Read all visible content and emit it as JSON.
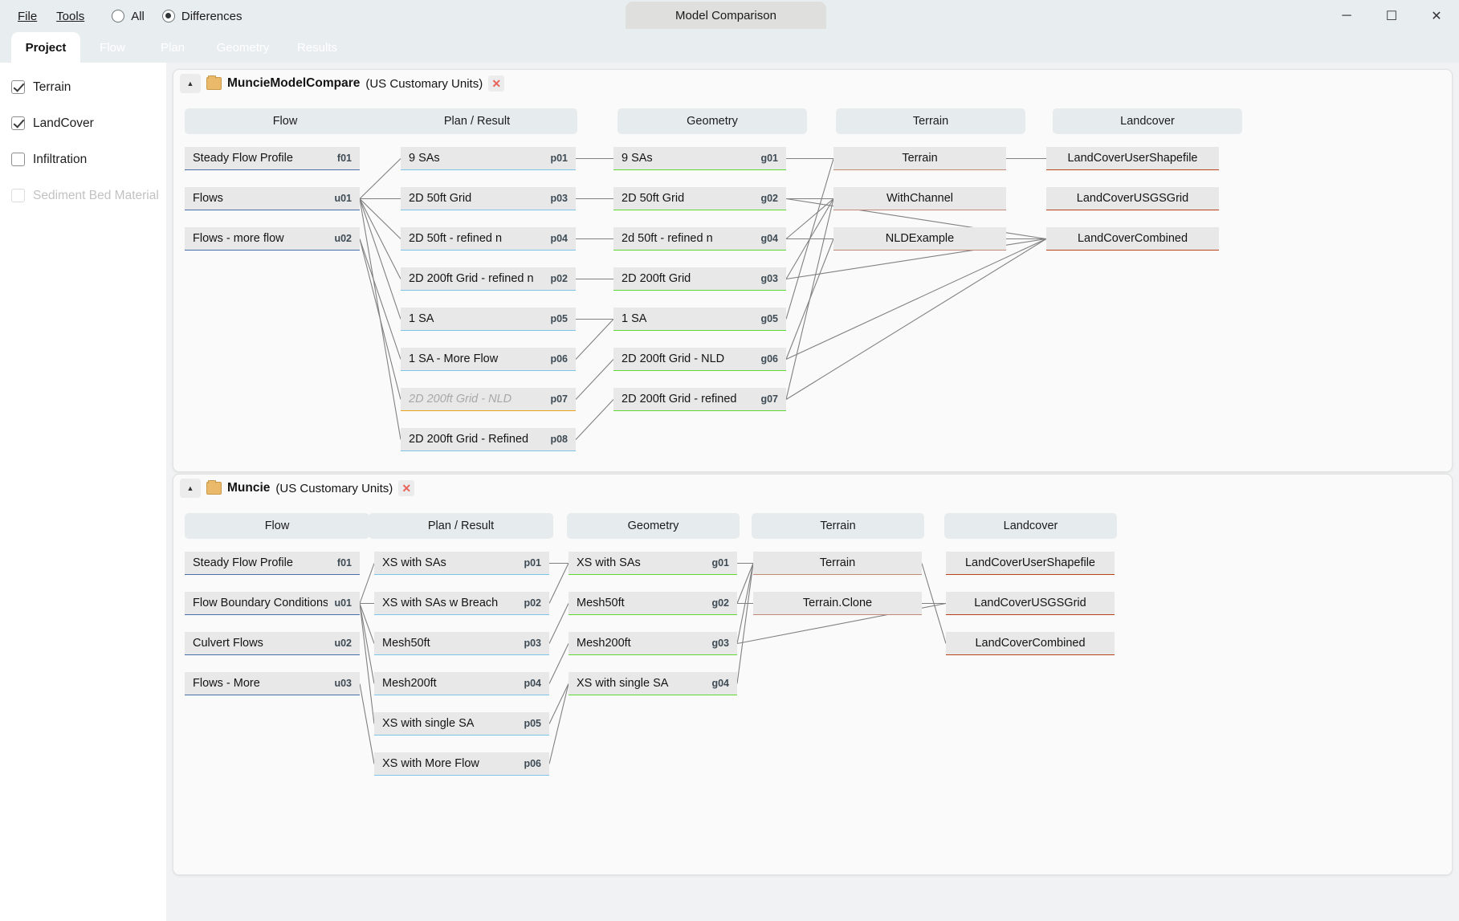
{
  "window": {
    "title": "Model Comparison",
    "controls": {
      "minimize": "─",
      "maximize": "☐",
      "close": "✕"
    }
  },
  "menu": {
    "items": [
      {
        "label": "File",
        "mnemonic": "F"
      },
      {
        "label": "Tools",
        "mnemonic": "T"
      }
    ],
    "view_mode": {
      "selected": "Differences",
      "options": [
        {
          "label": "All",
          "selected": false
        },
        {
          "label": "Differences",
          "selected": true
        }
      ]
    }
  },
  "tabs": [
    {
      "label": "Project",
      "active": true
    },
    {
      "label": "Flow",
      "active": false
    },
    {
      "label": "Plan",
      "active": false
    },
    {
      "label": "Geometry",
      "active": false
    },
    {
      "label": "Results",
      "active": false
    }
  ],
  "sidebar": {
    "items": [
      {
        "label": "Terrain",
        "checked": true,
        "enabled": true
      },
      {
        "label": "LandCover",
        "checked": true,
        "enabled": true
      },
      {
        "label": "Infiltration",
        "checked": false,
        "enabled": true
      },
      {
        "label": "Sediment Bed Material",
        "checked": false,
        "enabled": false
      }
    ]
  },
  "colors": {
    "flow_underline": "#4a6fa8",
    "plan_underline": "#7dc4e8",
    "geometry_underline": "#5dd636",
    "terrain_underline": "#c08a78",
    "landcover_underline": "#b8431a",
    "amber_underline": "#e8a317",
    "node_bg": "#e8e8e8",
    "column_header_bg": "#e6ecee",
    "link_stroke": "#808080",
    "close_x": "#e8635c",
    "folder_icon": "#eab96a"
  },
  "column_headers": [
    "Flow",
    "Plan / Result",
    "Geometry",
    "Terrain",
    "Landcover"
  ],
  "panels": [
    {
      "name": "MuncieModelCompare",
      "units": "(US Customary Units)",
      "collapse_icon": "chevron-up",
      "close_label": "✕",
      "columns": {
        "flow": [
          {
            "label": "Steady Flow Profile",
            "code": "f01",
            "style": "flow"
          },
          {
            "label": "Flows",
            "code": "u01",
            "style": "flow"
          },
          {
            "label": "Flows - more flow",
            "code": "u02",
            "style": "flow"
          }
        ],
        "plan": [
          {
            "label": "9 SAs",
            "code": "p01",
            "style": "plan"
          },
          {
            "label": "2D 50ft Grid",
            "code": "p03",
            "style": "plan"
          },
          {
            "label": "2D 50ft - refined n",
            "code": "p04",
            "style": "plan"
          },
          {
            "label": "2D 200ft Grid - refined n",
            "code": "p02",
            "style": "plan"
          },
          {
            "label": "1 SA",
            "code": "p05",
            "style": "plan"
          },
          {
            "label": "1 SA - More Flow",
            "code": "p06",
            "style": "plan"
          },
          {
            "label": "2D 200ft Grid - NLD",
            "code": "p07",
            "style": "amber",
            "muted": true
          },
          {
            "label": "2D 200ft Grid - Refined",
            "code": "p08",
            "style": "plan"
          }
        ],
        "geometry": [
          {
            "label": "9 SAs",
            "code": "g01",
            "style": "geom"
          },
          {
            "label": "2D 50ft Grid",
            "code": "g02",
            "style": "geom"
          },
          {
            "label": "2d 50ft - refined n",
            "code": "g04",
            "style": "geom"
          },
          {
            "label": "2D 200ft Grid",
            "code": "g03",
            "style": "geom"
          },
          {
            "label": "1 SA",
            "code": "g05",
            "style": "geom"
          },
          {
            "label": "2D 200ft Grid - NLD",
            "code": "g06",
            "style": "geom"
          },
          {
            "label": "2D 200ft Grid - refined",
            "code": "g07",
            "style": "geom"
          }
        ],
        "terrain": [
          {
            "label": "Terrain",
            "code": "",
            "style": "terr"
          },
          {
            "label": "WithChannel",
            "code": "",
            "style": "terr"
          },
          {
            "label": "NLDExample",
            "code": "",
            "style": "terr"
          }
        ],
        "landcover": [
          {
            "label": "LandCoverUserShapefile",
            "code": "",
            "style": "land"
          },
          {
            "label": "LandCoverUSGSGrid",
            "code": "",
            "style": "land"
          },
          {
            "label": "LandCoverCombined",
            "code": "",
            "style": "land"
          }
        ]
      }
    },
    {
      "name": "Muncie",
      "units": "(US Customary Units)",
      "collapse_icon": "chevron-up",
      "close_label": "✕",
      "columns": {
        "flow": [
          {
            "label": "Steady Flow Profile",
            "code": "f01",
            "style": "flow"
          },
          {
            "label": "Flow Boundary Conditions",
            "code": "u01",
            "style": "flow"
          },
          {
            "label": "Culvert Flows",
            "code": "u02",
            "style": "flow"
          },
          {
            "label": "Flows - More",
            "code": "u03",
            "style": "flow"
          }
        ],
        "plan": [
          {
            "label": "XS with SAs",
            "code": "p01",
            "style": "plan"
          },
          {
            "label": "XS with SAs w Breach",
            "code": "p02",
            "style": "plan"
          },
          {
            "label": "Mesh50ft",
            "code": "p03",
            "style": "plan"
          },
          {
            "label": "Mesh200ft",
            "code": "p04",
            "style": "plan"
          },
          {
            "label": "XS with single SA",
            "code": "p05",
            "style": "plan"
          },
          {
            "label": "XS with More Flow",
            "code": "p06",
            "style": "plan"
          }
        ],
        "geometry": [
          {
            "label": "XS with SAs",
            "code": "g01",
            "style": "geom"
          },
          {
            "label": "Mesh50ft",
            "code": "g02",
            "style": "geom"
          },
          {
            "label": "Mesh200ft",
            "code": "g03",
            "style": "geom"
          },
          {
            "label": "XS with single SA",
            "code": "g04",
            "style": "geom"
          }
        ],
        "terrain": [
          {
            "label": "Terrain",
            "code": "",
            "style": "terr"
          },
          {
            "label": "Terrain.Clone",
            "code": "",
            "style": "terr"
          }
        ],
        "landcover": [
          {
            "label": "LandCoverUserShapefile",
            "code": "",
            "style": "land"
          },
          {
            "label": "LandCoverUSGSGrid",
            "code": "",
            "style": "land"
          },
          {
            "label": "LandCoverCombined",
            "code": "",
            "style": "land"
          }
        ]
      }
    }
  ]
}
